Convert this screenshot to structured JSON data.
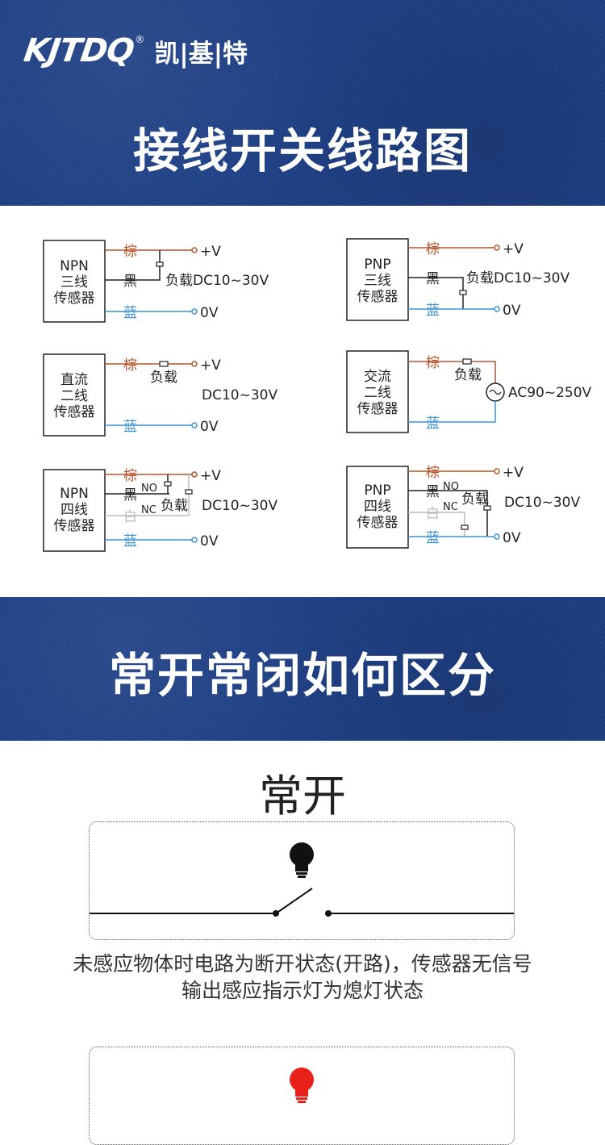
{
  "brand": {
    "logo_en": "KJTDQ",
    "reg_mark": "®",
    "logo_cn": "凯|基|特"
  },
  "section1": {
    "title": "接线开关线路图"
  },
  "diagrams": {
    "npn3": {
      "box": [
        "NPN",
        "三线",
        "传感器"
      ],
      "brown": "棕",
      "black": "黑",
      "blue": "蓝",
      "pos": "+V",
      "load": "负载DC10~30V",
      "zero": "0V"
    },
    "pnp3": {
      "box": [
        "PNP",
        "三线",
        "传感器"
      ],
      "brown": "棕",
      "black": "黑",
      "blue": "蓝",
      "pos": "+V",
      "load": "负载DC10~30V",
      "zero": "0V"
    },
    "dc2": {
      "box": [
        "直流",
        "二线",
        "传感器"
      ],
      "brown": "棕",
      "blue": "蓝",
      "pos": "+V",
      "load": "负载",
      "dc": "DC10~30V",
      "zero": "0V"
    },
    "ac2": {
      "box": [
        "交流",
        "二线",
        "传感器"
      ],
      "brown": "棕",
      "blue": "蓝",
      "load": "负载",
      "ac": "AC90~250V"
    },
    "npn4": {
      "box": [
        "NPN",
        "四线",
        "传感器"
      ],
      "brown": "棕",
      "black": "黑",
      "white": "白",
      "blue": "蓝",
      "no": "NO",
      "nc": "NC",
      "load": "负载",
      "pos": "+V",
      "dc": "DC10~30V",
      "zero": "0V"
    },
    "pnp4": {
      "box": [
        "PNP",
        "四线",
        "传感器"
      ],
      "brown": "棕",
      "black": "黑",
      "white": "白",
      "blue": "蓝",
      "no": "NO",
      "nc": "NC",
      "load": "负载",
      "pos": "+V",
      "dc": "DC10~30V",
      "zero": "0V"
    }
  },
  "section2": {
    "title": "常开常闭如何区分"
  },
  "normally_open": {
    "title": "常开",
    "caption_line1": "未感应物体时电路为断开状态(开路)，传感器无信号",
    "caption_line2": "输出感应指示灯为熄灯状态",
    "bulb_icon": "lightbulb-off-icon"
  },
  "normally_closed": {
    "bulb_icon": "lightbulb-on-icon"
  },
  "colors": {
    "brand_blue": "#1d3f86",
    "brown_wire": "#b5532a",
    "blue_wire": "#3d93d6",
    "bulb_on": "#e8221b"
  }
}
